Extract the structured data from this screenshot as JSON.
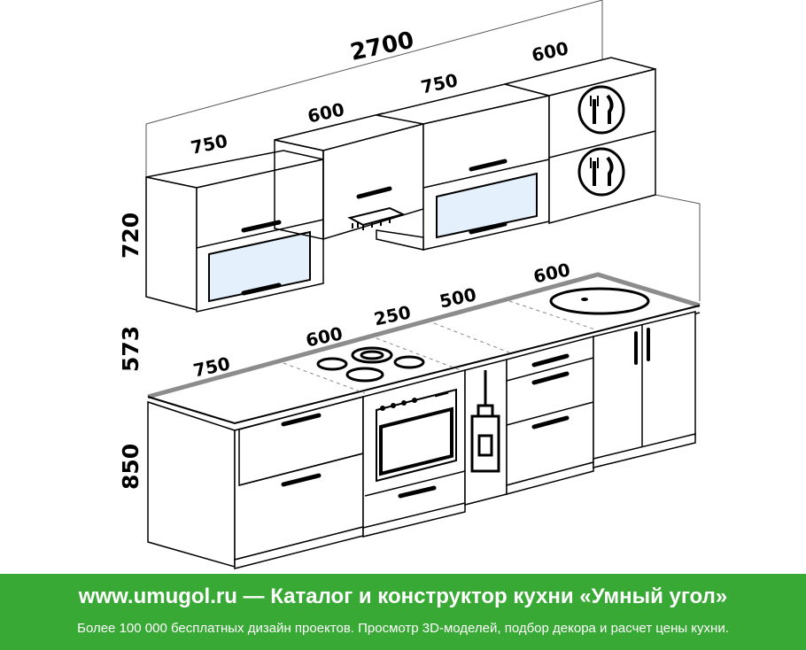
{
  "dimensions": {
    "total_width": "2700",
    "upper": [
      "750",
      "600",
      "750",
      "600"
    ],
    "counter": [
      "750",
      "600",
      "250",
      "500",
      "600"
    ],
    "heights": [
      "720",
      "573",
      "850"
    ]
  },
  "footer": {
    "title": "www.umugol.ru — Каталог и конструктор кухни «Умный угол»",
    "subtitle": "Более 100 000 бесплатных дизайн проектов. Просмотр 3D-моделей, подбор декора и расчет цены кухни."
  },
  "colors": {
    "footer_bg": "#39a935",
    "glass": "#e4f0fb",
    "countertop_edge": "#8c8c8c",
    "outline": "#000000"
  },
  "icons": [
    "fork-knife-icon",
    "fork-knife-icon",
    "extractor-hood",
    "cooktop",
    "oven",
    "bottle-holder",
    "sink"
  ]
}
